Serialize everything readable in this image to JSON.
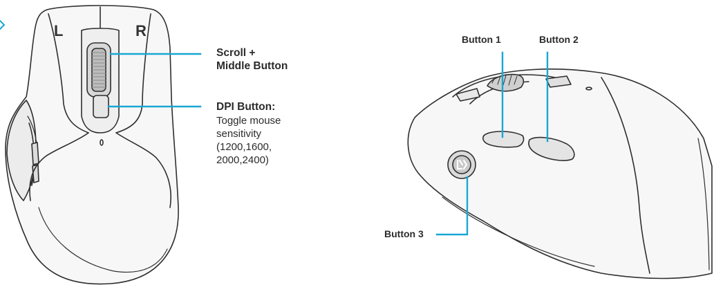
{
  "accent_color": "#18a7d4",
  "top_view": {
    "left_button_letter": "L",
    "right_button_letter": "R",
    "scroll_label_line1": "Scroll +",
    "scroll_label_line2": "Middle Button",
    "dpi_label_title": "DPI Button:",
    "dpi_desc_line1": "Toggle mouse",
    "dpi_desc_line2": "sensitivity",
    "dpi_desc_line3": "(1200,1600,",
    "dpi_desc_line4": "2000,2400)"
  },
  "side_view": {
    "button1_label": "Button 1",
    "button2_label": "Button 2",
    "button3_label": "Button 3"
  }
}
